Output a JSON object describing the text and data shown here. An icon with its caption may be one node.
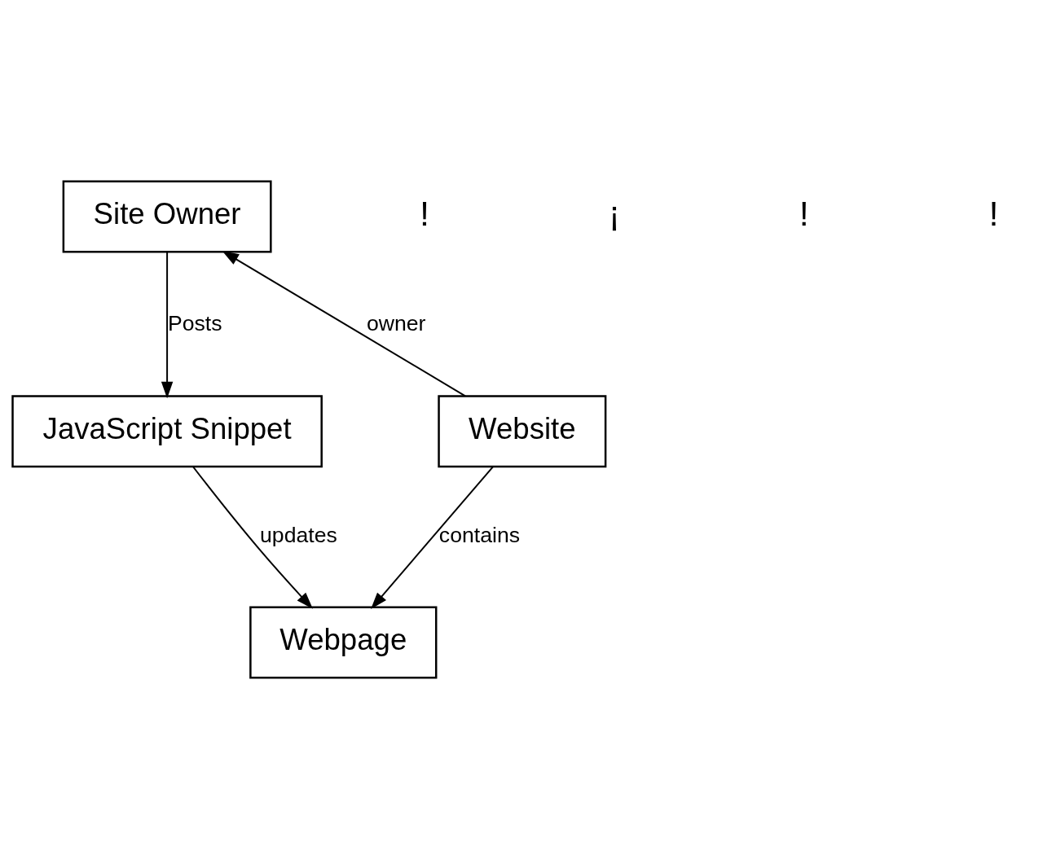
{
  "diagram": {
    "nodes": [
      {
        "text": [
          "Site Owner"
        ]
      },
      {
        "text": [
          "Website"
        ]
      },
      {
        "text": [
          "JavaScript Snippet"
        ]
      },
      {
        "text": [
          "Webpage"
        ]
      }
    ],
    "edges": [
      {
        "from": 0,
        "to": 2,
        "arrow": "to",
        "label": "Posts"
      },
      {
        "from": 1,
        "to": 0,
        "arrow": "to",
        "label": "owner"
      },
      {
        "from": 1,
        "to": 3,
        "arrow": "to",
        "label": "contains"
      },
      {
        "from": 2,
        "to": 3,
        "arrow": "to",
        "label": "updates"
      }
    ],
    "labels": [
      "!",
      "¡",
      "!",
      "!"
    ]
  }
}
